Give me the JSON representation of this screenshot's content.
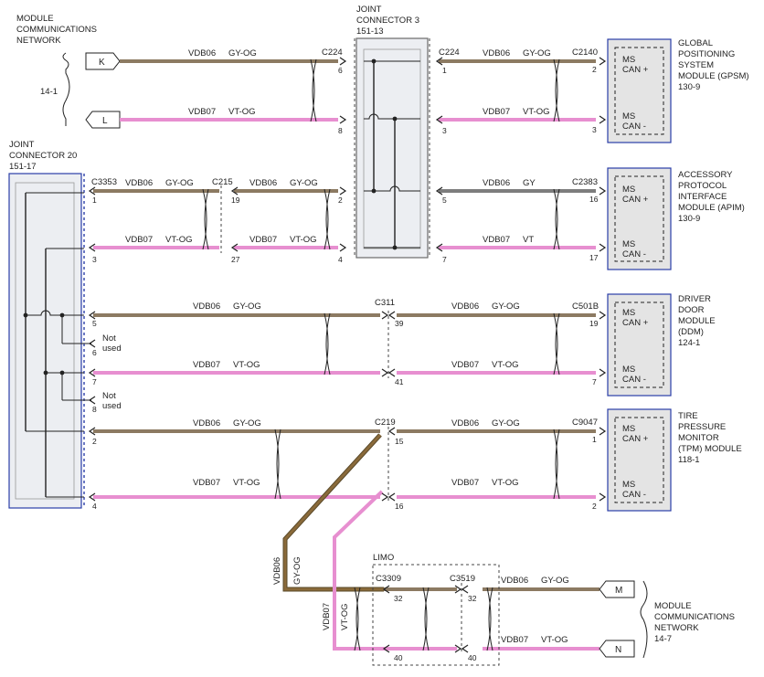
{
  "colors": {
    "gy_og": "#8c7a62",
    "vt_og": "#e78fd0",
    "gy": "#7d7d7d",
    "mesh_gray_og": "#8a6a3a",
    "connector_blue": "#2a3ea8",
    "connector_fill": "#eceef2",
    "module_fill": "#e4e4e4"
  },
  "networks": {
    "top": {
      "label": [
        "MODULE",
        "COMMUNICATIONS",
        "NETWORK"
      ],
      "ref": "14-1",
      "pins": [
        "K",
        "L"
      ]
    },
    "bottom": {
      "label": [
        "MODULE",
        "COMMUNICATIONS",
        "NETWORK"
      ],
      "ref": "14-7",
      "pins": [
        "M",
        "N"
      ]
    }
  },
  "joint_connectors": {
    "jc3": {
      "title": [
        "JOINT",
        "CONNECTOR 3"
      ],
      "ref": "151-13"
    },
    "jc20": {
      "title": [
        "JOINT",
        "CONNECTOR 20"
      ],
      "ref": "151-17"
    }
  },
  "modules": [
    {
      "name": [
        "GLOBAL",
        "POSITIONING",
        "SYSTEM",
        "MODULE (GPSM)"
      ],
      "ref": "130-9",
      "connector": "C2140",
      "pins": [
        "2",
        "3"
      ]
    },
    {
      "name": [
        "ACCESSORY",
        "PROTOCOL",
        "INTERFACE",
        "MODULE (APIM)"
      ],
      "ref": "130-9",
      "connector": "C2383",
      "pins": [
        "16",
        "17"
      ]
    },
    {
      "name": [
        "DRIVER",
        "DOOR",
        "MODULE",
        "(DDM)"
      ],
      "ref": "124-1",
      "connector": "C501B",
      "pins": [
        "19",
        "7"
      ]
    },
    {
      "name": [
        "TIRE",
        "PRESSURE",
        "MONITOR",
        "(TPM) MODULE"
      ],
      "ref": "118-1",
      "connector": "C9047",
      "pins": [
        "1",
        "2"
      ]
    }
  ],
  "module_pins": {
    "hi": [
      "MS",
      "CAN +"
    ],
    "lo": [
      "MS",
      "CAN -"
    ]
  },
  "connectors": {
    "c224": "C224",
    "c3353": "C3353",
    "c215": "C215",
    "c311": "C311",
    "c219": "C219",
    "c3309": "C3309",
    "c3519": "C3519",
    "limo": "LIMO"
  },
  "wires": {
    "vdb06_gy_og": {
      "circuit": "VDB06",
      "color": "GY-OG"
    },
    "vdb07_vt_og": {
      "circuit": "VDB07",
      "color": "VT-OG"
    },
    "vdb06_gy": {
      "circuit": "VDB06",
      "color": "GY"
    },
    "vdb07_vt": {
      "circuit": "VDB07",
      "color": "VT"
    }
  },
  "not_used": [
    "Not",
    "used"
  ],
  "pin_numbers": {
    "c224_left": [
      "6",
      "8"
    ],
    "c224_right": [
      "1",
      "3"
    ],
    "jc3_left": [
      "2",
      "4"
    ],
    "jc3_right": [
      "5",
      "7"
    ],
    "c3353": [
      "1",
      "3"
    ],
    "c215": [
      "19",
      "27"
    ],
    "jc20": [
      "5",
      "6",
      "7",
      "8",
      "2",
      "4"
    ],
    "c311": [
      "39",
      "41"
    ],
    "c219": [
      "15",
      "16"
    ],
    "c3309": [
      "32",
      "40"
    ],
    "c3519": [
      "32",
      "40"
    ]
  }
}
